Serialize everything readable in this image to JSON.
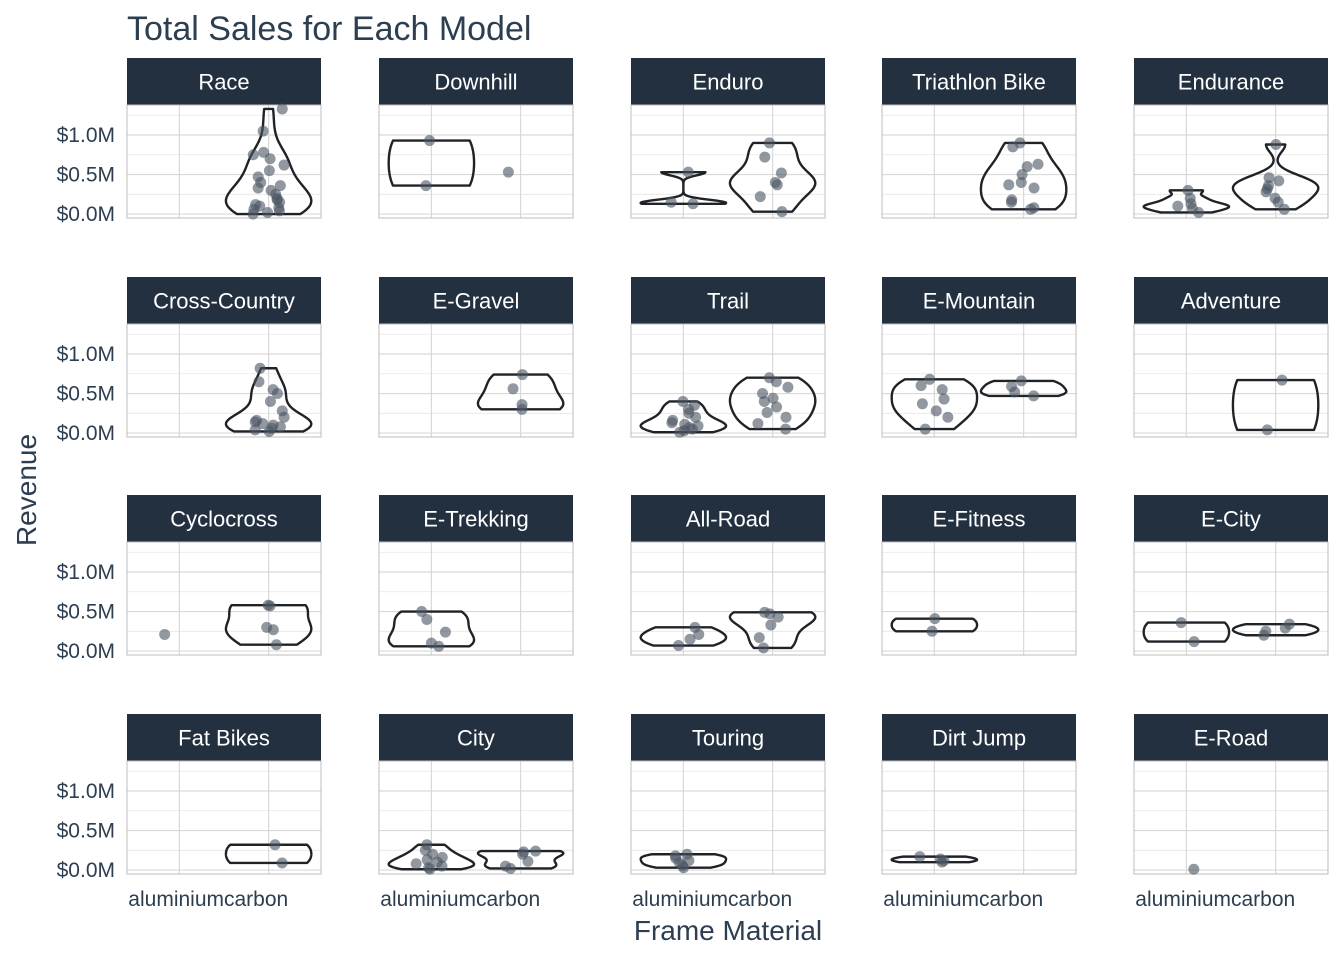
{
  "chart_data": {
    "type": "violin",
    "title": "Total Sales for Each Model",
    "xlabel": "Frame Material",
    "ylabel": "Revenue",
    "x_categories": [
      "aluminium",
      "carbon"
    ],
    "y_ticks": [
      0,
      0.5,
      1.0
    ],
    "y_tick_labels": [
      "$0.0M",
      "$0.5M",
      "$1.0M"
    ],
    "ylim": [
      -0.05,
      1.38
    ],
    "grid": true,
    "colors": {
      "strip": "#223040",
      "violin": "#1f2328",
      "point": "#4a5460",
      "grid": "#d9d9d9",
      "text": "#2c3e50"
    },
    "facets": [
      {
        "name": "Race",
        "groups": [
          {
            "material": "carbon",
            "values": [
              0.0,
              0.02,
              0.04,
              0.06,
              0.08,
              0.1,
              0.12,
              0.15,
              0.18,
              0.2,
              0.25,
              0.3,
              0.33,
              0.36,
              0.4,
              0.47,
              0.55,
              0.62,
              0.7,
              0.75,
              0.78,
              1.05,
              1.33
            ]
          }
        ]
      },
      {
        "name": "Downhill",
        "groups": [
          {
            "material": "aluminium",
            "values": [
              0.36,
              0.93
            ]
          },
          {
            "material": "carbon",
            "values": [
              0.53
            ]
          }
        ]
      },
      {
        "name": "Enduro",
        "groups": [
          {
            "material": "aluminium",
            "values": [
              0.13,
              0.15,
              0.53
            ]
          },
          {
            "material": "carbon",
            "values": [
              0.03,
              0.22,
              0.37,
              0.4,
              0.52,
              0.72,
              0.9
            ]
          }
        ]
      },
      {
        "name": "Triathlon Bike",
        "groups": [
          {
            "material": "carbon",
            "values": [
              0.06,
              0.08,
              0.15,
              0.18,
              0.33,
              0.37,
              0.4,
              0.5,
              0.6,
              0.63,
              0.85,
              0.9
            ]
          }
        ]
      },
      {
        "name": "Endurance",
        "groups": [
          {
            "material": "aluminium",
            "values": [
              0.02,
              0.07,
              0.1,
              0.13,
              0.2,
              0.3
            ]
          },
          {
            "material": "carbon",
            "values": [
              0.06,
              0.15,
              0.2,
              0.28,
              0.32,
              0.36,
              0.42,
              0.46,
              0.88
            ]
          }
        ]
      },
      {
        "name": "Cross-Country",
        "groups": [
          {
            "material": "carbon",
            "values": [
              0.02,
              0.04,
              0.06,
              0.08,
              0.1,
              0.12,
              0.14,
              0.16,
              0.2,
              0.28,
              0.4,
              0.5,
              0.55,
              0.65,
              0.82
            ]
          }
        ]
      },
      {
        "name": "E-Gravel",
        "groups": [
          {
            "material": "carbon",
            "values": [
              0.3,
              0.36,
              0.56,
              0.74
            ]
          }
        ]
      },
      {
        "name": "Trail",
        "groups": [
          {
            "material": "aluminium",
            "values": [
              0.01,
              0.03,
              0.05,
              0.07,
              0.09,
              0.11,
              0.13,
              0.16,
              0.2,
              0.25,
              0.3,
              0.35,
              0.4
            ]
          },
          {
            "material": "carbon",
            "values": [
              0.05,
              0.12,
              0.2,
              0.26,
              0.33,
              0.4,
              0.44,
              0.5,
              0.58,
              0.65,
              0.7
            ]
          }
        ]
      },
      {
        "name": "E-Mountain",
        "groups": [
          {
            "material": "aluminium",
            "values": [
              0.05,
              0.2,
              0.28,
              0.37,
              0.43,
              0.55,
              0.6,
              0.68
            ]
          },
          {
            "material": "carbon",
            "values": [
              0.47,
              0.52,
              0.59,
              0.66
            ]
          }
        ]
      },
      {
        "name": "Adventure",
        "groups": [
          {
            "material": "carbon",
            "values": [
              0.04,
              0.67
            ]
          }
        ]
      },
      {
        "name": "Cyclocross",
        "groups": [
          {
            "material": "aluminium",
            "values": [
              0.21
            ]
          },
          {
            "material": "carbon",
            "values": [
              0.08,
              0.27,
              0.3,
              0.57,
              0.58
            ]
          }
        ]
      },
      {
        "name": "E-Trekking",
        "groups": [
          {
            "material": "aluminium",
            "values": [
              0.06,
              0.1,
              0.24,
              0.4,
              0.5
            ]
          }
        ]
      },
      {
        "name": "All-Road",
        "groups": [
          {
            "material": "aluminium",
            "values": [
              0.07,
              0.15,
              0.21,
              0.3
            ]
          },
          {
            "material": "carbon",
            "values": [
              0.04,
              0.17,
              0.33,
              0.43,
              0.47,
              0.49
            ]
          }
        ]
      },
      {
        "name": "E-Fitness",
        "groups": [
          {
            "material": "aluminium",
            "values": [
              0.25,
              0.41
            ]
          }
        ]
      },
      {
        "name": "E-City",
        "groups": [
          {
            "material": "aluminium",
            "values": [
              0.12,
              0.36
            ]
          },
          {
            "material": "carbon",
            "values": [
              0.2,
              0.25,
              0.29,
              0.34
            ]
          }
        ]
      },
      {
        "name": "Fat Bikes",
        "groups": [
          {
            "material": "carbon",
            "values": [
              0.09,
              0.32
            ]
          }
        ]
      },
      {
        "name": "City",
        "groups": [
          {
            "material": "aluminium",
            "values": [
              0.01,
              0.03,
              0.05,
              0.08,
              0.1,
              0.13,
              0.16,
              0.2,
              0.25,
              0.32
            ]
          },
          {
            "material": "carbon",
            "values": [
              0.02,
              0.05,
              0.11,
              0.2,
              0.23,
              0.24
            ]
          }
        ]
      },
      {
        "name": "Touring",
        "groups": [
          {
            "material": "aluminium",
            "values": [
              0.03,
              0.06,
              0.09,
              0.12,
              0.15,
              0.18,
              0.2
            ]
          }
        ]
      },
      {
        "name": "Dirt Jump",
        "groups": [
          {
            "material": "aluminium",
            "values": [
              0.1,
              0.12,
              0.14,
              0.17
            ]
          }
        ]
      },
      {
        "name": "E-Road",
        "groups": [
          {
            "material": "aluminium",
            "values": [
              0.01
            ]
          }
        ]
      }
    ]
  }
}
